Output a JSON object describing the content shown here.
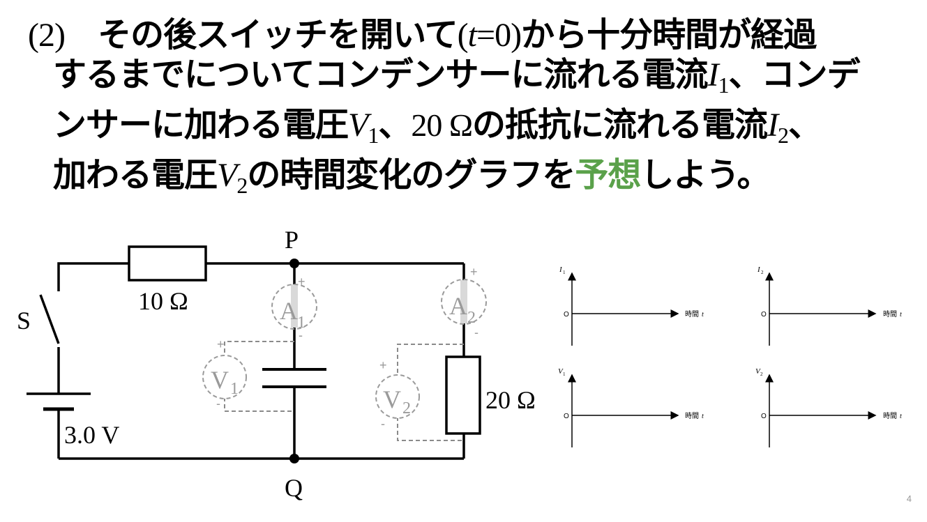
{
  "question": {
    "number": "(2)",
    "line1": {
      "a": "その後スイッチを開いて",
      "t_open": "(",
      "t_var": "t",
      "t_close": "=0)",
      "b": "から十分時間が経過"
    },
    "line2": {
      "a": "するまでについてコンデンサーに流れる電流",
      "var": "I",
      "sub": "1",
      "b": "、コンデ"
    },
    "line3": {
      "a": "ンサーに加わる電圧",
      "var": "V",
      "sub": "1",
      "b": "、",
      "num": "20 Ω",
      "c": "の抵抗に流れる電流",
      "var2": "I",
      "sub2": "2",
      "d": "、"
    },
    "line4": {
      "a": "加わる電圧",
      "var": "V",
      "sub": "2",
      "b": "の時間変化のグラフを",
      "highlight": "予想",
      "c": "しよう。"
    }
  },
  "circuit": {
    "node_p": "P",
    "node_q": "Q",
    "switch": "S",
    "resistor1": "10 Ω",
    "resistor2": "20 Ω",
    "battery": "3.0 V",
    "ammeter1": {
      "letter": "A",
      "sub": "1"
    },
    "ammeter2": {
      "letter": "A",
      "sub": "2"
    },
    "voltmeter1": {
      "letter": "V",
      "sub": "1"
    },
    "voltmeter2": {
      "letter": "V",
      "sub": "2"
    },
    "plus": "+",
    "minus": "-"
  },
  "graphs": [
    {
      "y_label": "I",
      "y_sub": "1",
      "origin": "O",
      "x_label": "時間",
      "x_var": "t"
    },
    {
      "y_label": "I",
      "y_sub": "2",
      "origin": "O",
      "x_label": "時間",
      "x_var": "t"
    },
    {
      "y_label": "V",
      "y_sub": "1",
      "origin": "O",
      "x_label": "時間",
      "x_var": "t"
    },
    {
      "y_label": "V",
      "y_sub": "2",
      "origin": "O",
      "x_label": "時間",
      "x_var": "t"
    }
  ],
  "slide_number": "4",
  "colors": {
    "highlight": "#5aa14a",
    "meter": "#9a9a9a",
    "meter_fill": "#d9d9d9"
  }
}
